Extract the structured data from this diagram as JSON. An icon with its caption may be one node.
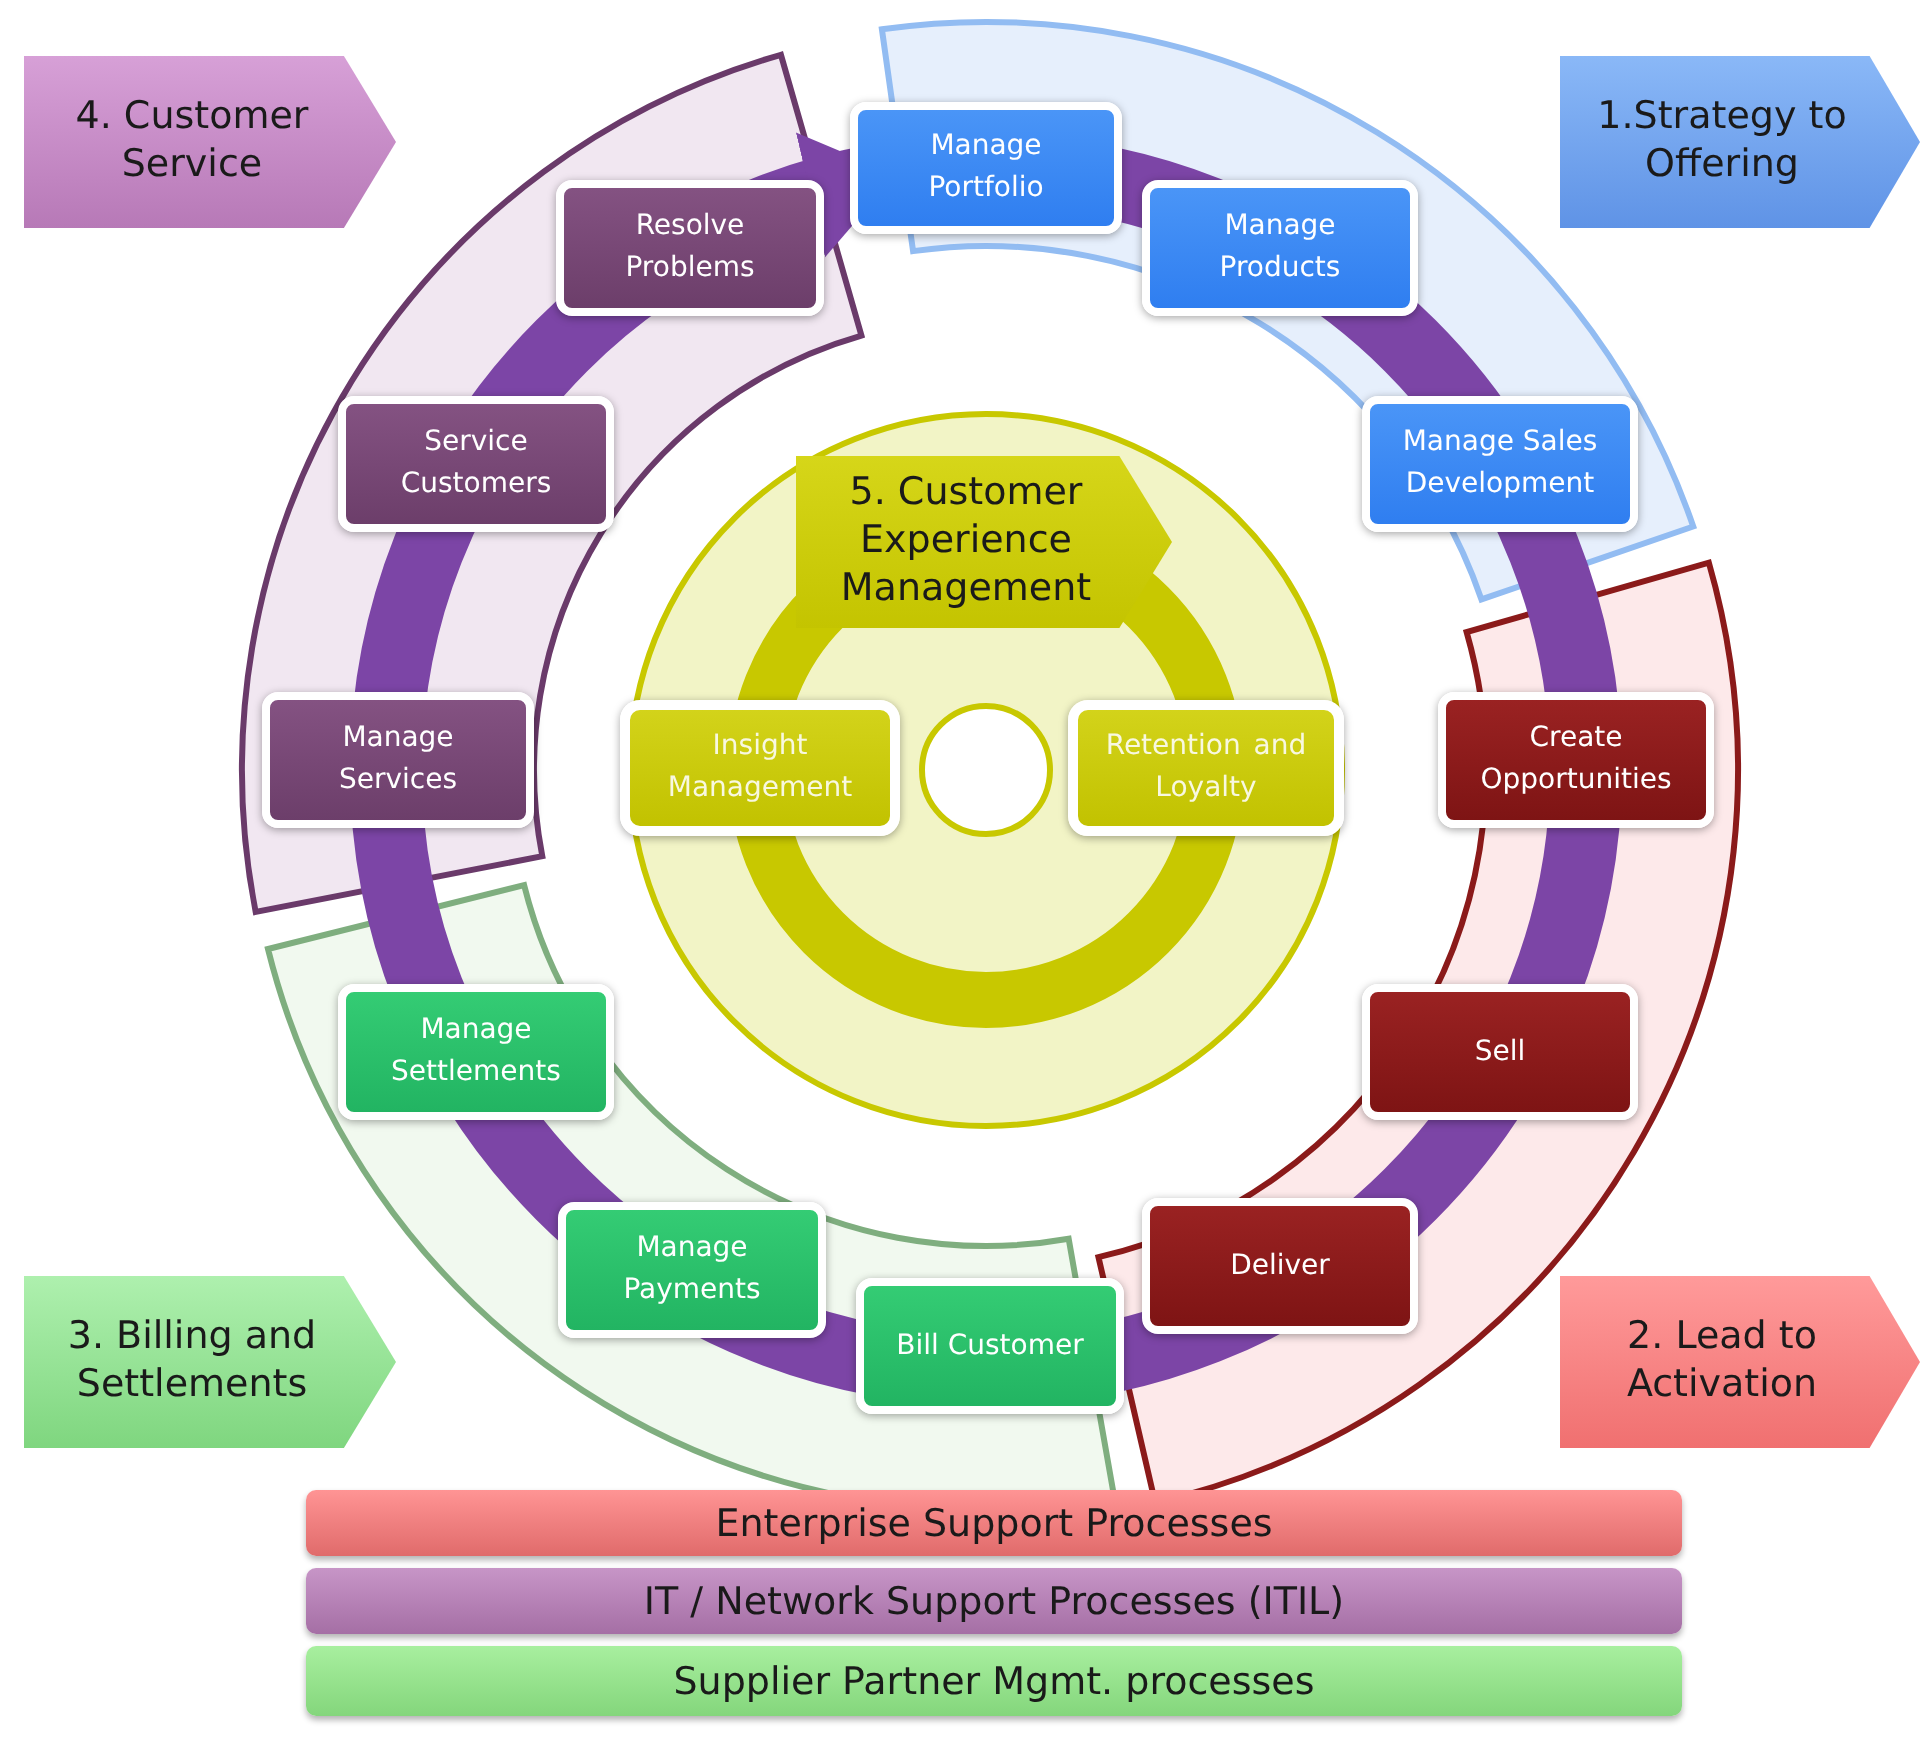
{
  "diagram": {
    "nodes": [
      {
        "text": [
          "4. Customer Service"
        ]
      },
      {
        "text": [
          "Manage Portfolio"
        ]
      },
      {
        "text": [
          "1.Strategy to Offering"
        ]
      },
      {
        "text": [
          "Resolve Problems"
        ]
      },
      {
        "text": [
          "Manage Products"
        ]
      },
      {
        "text": [
          "Service Customers"
        ]
      },
      {
        "text": [
          "Manage Sales Development"
        ]
      },
      {
        "text": [
          "5. Customer Experience Management"
        ]
      },
      {
        "text": [
          "Manage Services"
        ]
      },
      {
        "text": [
          "Insight Management"
        ]
      },
      {
        "text": [
          "Retention and Loyalty"
        ]
      },
      {
        "text": [
          "Create Opportunities"
        ]
      },
      {
        "text": [
          "Manage Settlements"
        ]
      },
      {
        "text": [
          "Sell"
        ]
      },
      {
        "text": [
          "Manage Payments"
        ]
      },
      {
        "text": [
          "Deliver"
        ]
      },
      {
        "text": [
          "3. Billing and Settlements"
        ]
      },
      {
        "text": [
          "Bill Customer"
        ]
      },
      {
        "text": [
          "2. Lead to Activation"
        ]
      },
      {
        "text": [
          "Enterprise Support Processes"
        ]
      },
      {
        "text": [
          "IT / Network Support Processes (ITIL)"
        ]
      },
      {
        "text": [
          "Supplier Partner Mgmt. processes"
        ]
      }
    ],
    "edges": [
      {
        "from": 3,
        "to": 1,
        "arrow": "to"
      }
    ]
  }
}
